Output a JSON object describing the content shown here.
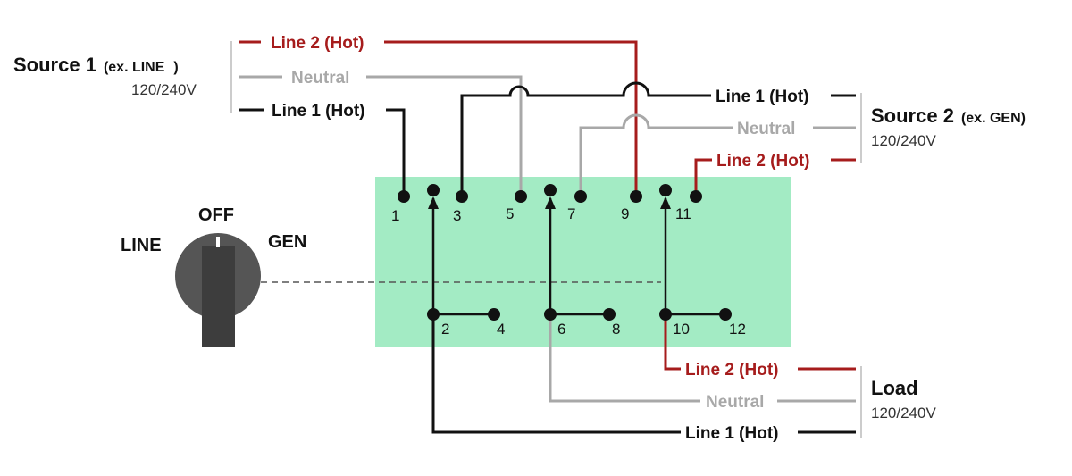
{
  "colors": {
    "hot2": "#a61c1c",
    "neutral": "#a8a8a8",
    "hot1": "#111111",
    "panel": "#a3ebc4",
    "knob": "#555555"
  },
  "labels": {
    "line2_hot": "Line 2 (Hot)",
    "neutral": "Neutral",
    "line1_hot": "Line 1 (Hot)"
  },
  "source1": {
    "title": "Source 1",
    "note": "(ex. LINE",
    "close": ")",
    "voltage": "120/240V"
  },
  "source2": {
    "title": "Source 2",
    "note": "(ex. GEN)",
    "voltage": "120/240V"
  },
  "load": {
    "title": "Load",
    "voltage": "120/240V"
  },
  "switch": {
    "off": "OFF",
    "line": "LINE",
    "gen": "GEN"
  },
  "terminals": [
    "1",
    "2",
    "3",
    "4",
    "5",
    "6",
    "7",
    "8",
    "9",
    "10",
    "11",
    "12"
  ]
}
